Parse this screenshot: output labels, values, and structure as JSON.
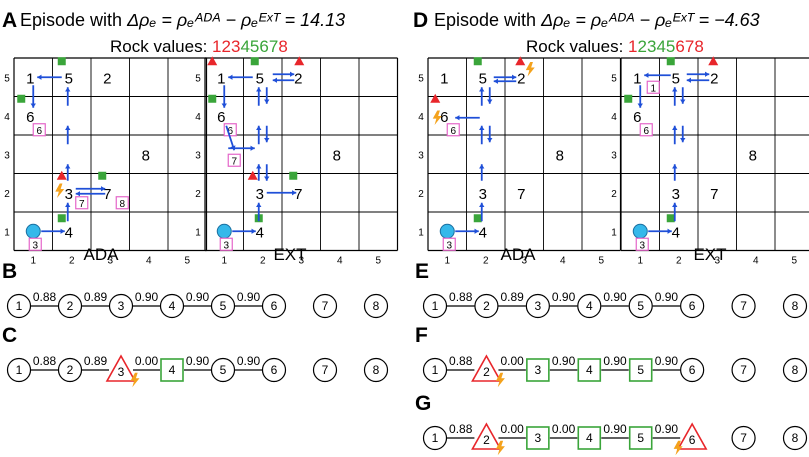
{
  "panels": {
    "A": {
      "letter": "A",
      "title_prefix": "Episode with ",
      "title_formula": "Δρₑ = ρₑᴬᴰᴬ − ρₑᴱˣᵀ = 14.13",
      "rock_label": "Rock values: ",
      "rock_digits": [
        {
          "d": "1",
          "c": "red"
        },
        {
          "d": "2",
          "c": "red"
        },
        {
          "d": "3",
          "c": "red"
        },
        {
          "d": "4",
          "c": "green"
        },
        {
          "d": "5",
          "c": "green"
        },
        {
          "d": "6",
          "c": "green"
        },
        {
          "d": "7",
          "c": "green"
        },
        {
          "d": "8",
          "c": "red"
        }
      ],
      "grid_labels": [
        "ADA",
        "EXT"
      ]
    },
    "D": {
      "letter": "D",
      "title_prefix": "Episode with ",
      "title_formula": "Δρₑ = ρₑᴬᴰᴬ − ρₑᴱˣᵀ = −4.63",
      "rock_label": "Rock values: ",
      "rock_digits": [
        {
          "d": "1",
          "c": "red"
        },
        {
          "d": "2",
          "c": "green"
        },
        {
          "d": "3",
          "c": "green"
        },
        {
          "d": "4",
          "c": "green"
        },
        {
          "d": "5",
          "c": "green"
        },
        {
          "d": "6",
          "c": "red"
        },
        {
          "d": "7",
          "c": "red"
        },
        {
          "d": "8",
          "c": "red"
        }
      ],
      "grid_labels": [
        "ADA",
        "EXT"
      ]
    }
  },
  "axis_ticks": [
    "1",
    "2",
    "3",
    "4",
    "5"
  ],
  "rocks": {
    "A": [
      {
        "n": "1",
        "col": 1,
        "row": 5
      },
      {
        "n": "2",
        "col": 3,
        "row": 5
      },
      {
        "n": "3",
        "col": 2,
        "row": 2
      },
      {
        "n": "4",
        "col": 2,
        "row": 1
      },
      {
        "n": "5",
        "col": 2,
        "row": 5
      },
      {
        "n": "6",
        "col": 1,
        "row": 4
      },
      {
        "n": "7",
        "col": 3,
        "row": 2
      },
      {
        "n": "8",
        "col": 4,
        "row": 3
      }
    ],
    "D": [
      {
        "n": "1",
        "col": 1,
        "row": 5
      },
      {
        "n": "2",
        "col": 3,
        "row": 5
      },
      {
        "n": "3",
        "col": 2,
        "row": 2
      },
      {
        "n": "4",
        "col": 2,
        "row": 1
      },
      {
        "n": "5",
        "col": 2,
        "row": 5
      },
      {
        "n": "6",
        "col": 1,
        "row": 4
      },
      {
        "n": "7",
        "col": 3,
        "row": 2
      },
      {
        "n": "8",
        "col": 4,
        "row": 3
      }
    ]
  },
  "step_badges": [
    "3",
    "6",
    "7",
    "8",
    "1"
  ],
  "chains": [
    {
      "letter": "B",
      "nodes": [
        {
          "n": "1",
          "s": "circle"
        },
        {
          "n": "2",
          "s": "circle"
        },
        {
          "n": "3",
          "s": "circle"
        },
        {
          "n": "4",
          "s": "circle"
        },
        {
          "n": "5",
          "s": "circle"
        },
        {
          "n": "6",
          "s": "circle"
        },
        {
          "n": "7",
          "s": "circle"
        },
        {
          "n": "8",
          "s": "circle"
        }
      ],
      "edges": [
        "0.88",
        "0.89",
        "0.90",
        "0.90",
        "0.90"
      ]
    },
    {
      "letter": "C",
      "nodes": [
        {
          "n": "1",
          "s": "circle"
        },
        {
          "n": "2",
          "s": "circle"
        },
        {
          "n": "3",
          "s": "triangle"
        },
        {
          "n": "4",
          "s": "square"
        },
        {
          "n": "5",
          "s": "circle"
        },
        {
          "n": "6",
          "s": "circle"
        },
        {
          "n": "7",
          "s": "circle"
        },
        {
          "n": "8",
          "s": "circle"
        }
      ],
      "edges": [
        "0.88",
        "0.89",
        "0.00",
        "0.90",
        "0.90"
      ]
    },
    {
      "letter": "E",
      "nodes": [
        {
          "n": "1",
          "s": "circle"
        },
        {
          "n": "2",
          "s": "circle"
        },
        {
          "n": "3",
          "s": "circle"
        },
        {
          "n": "4",
          "s": "circle"
        },
        {
          "n": "5",
          "s": "circle"
        },
        {
          "n": "6",
          "s": "circle"
        },
        {
          "n": "7",
          "s": "circle"
        },
        {
          "n": "8",
          "s": "circle"
        }
      ],
      "edges": [
        "0.88",
        "0.89",
        "0.90",
        "0.90",
        "0.90"
      ]
    },
    {
      "letter": "F",
      "nodes": [
        {
          "n": "1",
          "s": "circle"
        },
        {
          "n": "2",
          "s": "triangle"
        },
        {
          "n": "3",
          "s": "square"
        },
        {
          "n": "4",
          "s": "square"
        },
        {
          "n": "5",
          "s": "square"
        },
        {
          "n": "6",
          "s": "circle"
        },
        {
          "n": "7",
          "s": "circle"
        },
        {
          "n": "8",
          "s": "circle"
        }
      ],
      "edges": [
        "0.88",
        "0.00",
        "0.90",
        "0.90",
        "0.90"
      ]
    },
    {
      "letter": "G",
      "nodes": [
        {
          "n": "1",
          "s": "circle"
        },
        {
          "n": "2",
          "s": "triangle"
        },
        {
          "n": "3",
          "s": "square"
        },
        {
          "n": "4",
          "s": "square"
        },
        {
          "n": "5",
          "s": "square"
        },
        {
          "n": "6",
          "s": "triangle"
        },
        {
          "n": "7",
          "s": "circle"
        },
        {
          "n": "8",
          "s": "circle"
        }
      ],
      "edges": [
        "0.88",
        "0.00",
        "0.00",
        "0.90",
        "0.90"
      ]
    }
  ],
  "colors": {
    "red": "#e8262b",
    "green": "#3aa53a",
    "arrow": "#1f4fd8",
    "agent": "#35b8ea",
    "badge": "#e466c9",
    "bolt": "#f4a21c",
    "grid": "#000000"
  },
  "icons": {
    "agent": "agent-circle-icon",
    "good_marker": "green-square-icon",
    "bad_marker": "red-triangle-icon",
    "bad_event": "lightning-bolt-icon"
  }
}
